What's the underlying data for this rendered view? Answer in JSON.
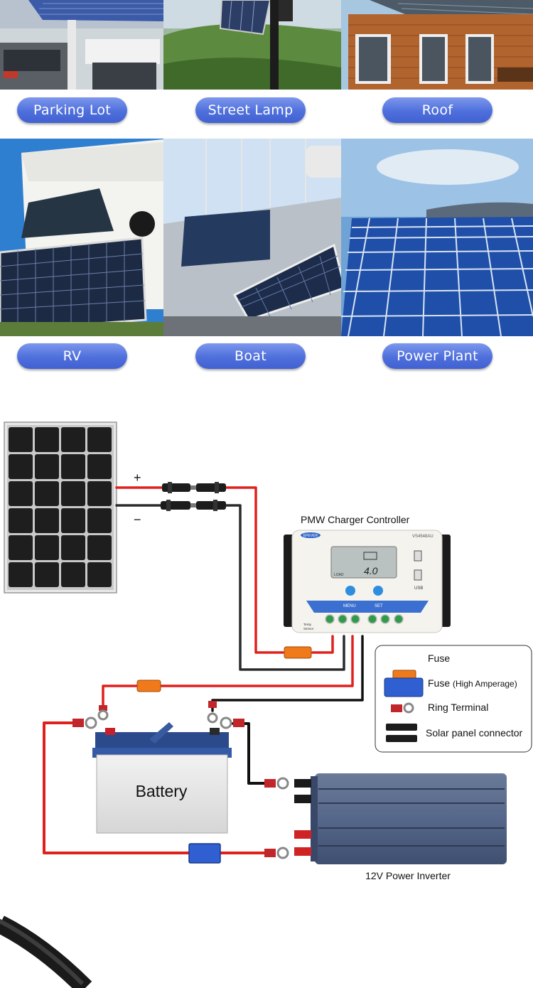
{
  "applications": [
    {
      "label": "Parking Lot"
    },
    {
      "label": "Street Lamp"
    },
    {
      "label": "Roof"
    },
    {
      "label": "RV"
    },
    {
      "label": "Boat"
    },
    {
      "label": "Power Plant"
    }
  ],
  "diagram": {
    "panel_plus": "+",
    "panel_minus": "−",
    "controller_title": "PMW Charger Controller",
    "controller_brand": "EPEVER",
    "controller_model": "VS4548AU",
    "controller_display": "4.0",
    "controller_menu": "MENU",
    "controller_set": "SET",
    "controller_load": "LOAD",
    "controller_usb": "USB",
    "controller_temp": "Temp\nSensor",
    "battery_label": "Battery",
    "inverter_label": "12V Power Inverter"
  },
  "legend": {
    "fuse": "Fuse",
    "fuse_high": "Fuse",
    "fuse_high_note": "(High Amperage)",
    "ring_terminal": "Ring Terminal",
    "connector": "Solar panel connector"
  },
  "colors": {
    "pill": "#4e6fdc",
    "wire_red": "#e0201c",
    "wire_black": "#222222"
  }
}
